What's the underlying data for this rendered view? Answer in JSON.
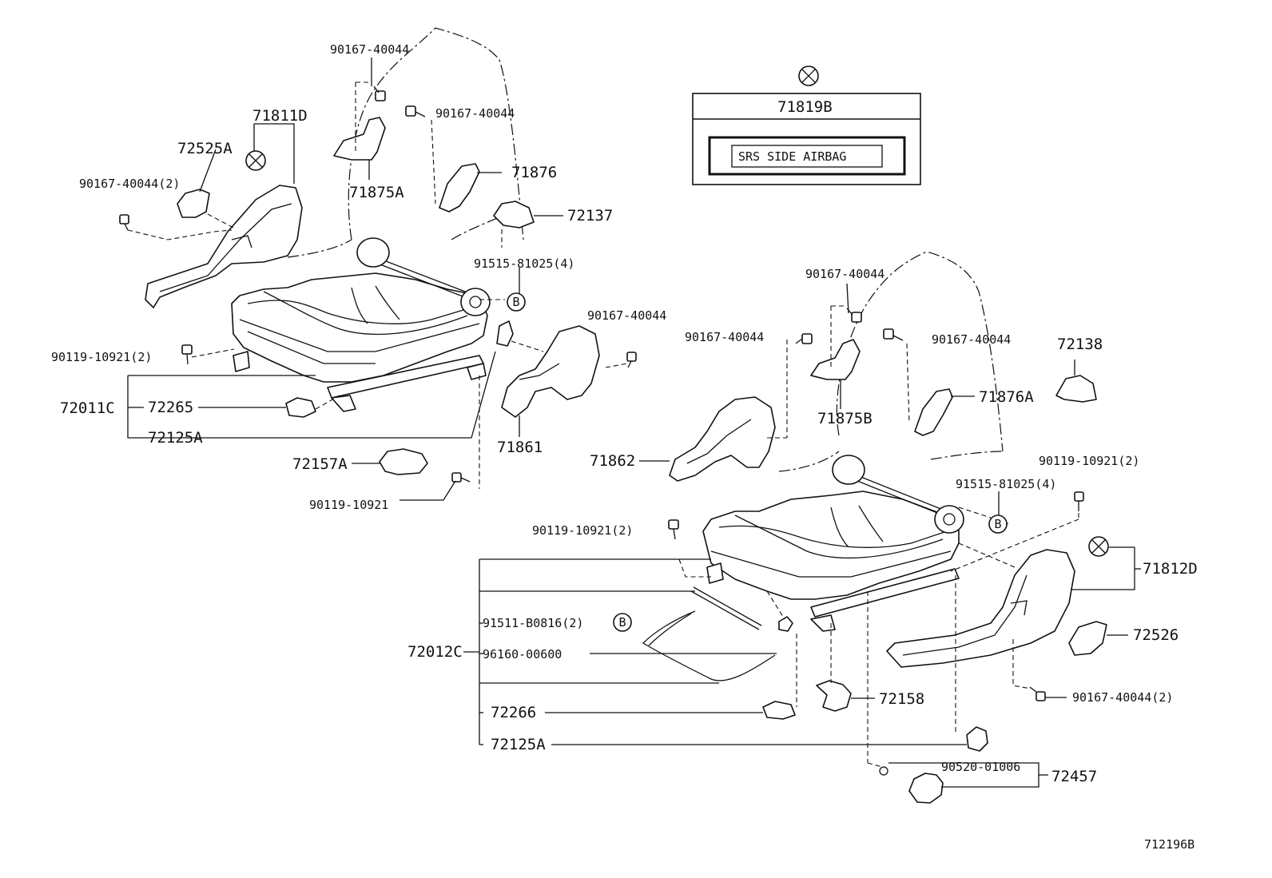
{
  "callouts": {
    "c_90167_40044_a": "90167-40044",
    "c_90167_40044_b": "90167-40044",
    "c_71811D": "71811D",
    "c_72525A": "72525A",
    "c_90167_40044_2a": "90167-40044(2)",
    "c_71875A": "71875A",
    "c_71876": "71876",
    "c_72137": "72137",
    "c_91515_81025_4a": "91515-81025(4)",
    "c_90119_10921_2a": "90119-10921(2)",
    "c_72011C": "72011C",
    "c_72265": "72265",
    "c_72125A_a": "72125A",
    "c_72157A": "72157A",
    "c_90119_10921": "90119-10921",
    "c_90167_40044_c": "90167-40044",
    "c_71861": "71861",
    "c_71819B": "71819B",
    "c_airbag": "SRS SIDE AIRBAG",
    "c_90167_40044_d": "90167-40044",
    "c_90167_40044_e": "90167-40044",
    "c_90167_40044_f": "90167-40044",
    "c_72138": "72138",
    "c_71876A": "71876A",
    "c_71875B": "71875B",
    "c_71862": "71862",
    "c_90119_10921_2b": "90119-10921(2)",
    "c_91515_81025_4b": "91515-81025(4)",
    "c_90119_10921_2c": "90119-10921(2)",
    "c_71812D": "71812D",
    "c_72526": "72526",
    "c_91511_B0816_2": "91511-B0816(2)",
    "c_72012C": "72012C",
    "c_96160_00600": "96160-00600",
    "c_90167_40044_2b": "90167-40044(2)",
    "c_72266": "72266",
    "c_72158": "72158",
    "c_72125A_b": "72125A",
    "c_90520_01006": "90520-01006",
    "c_72457": "72457",
    "c_ref_B1": "B",
    "c_ref_B2": "B",
    "c_ref_B3": "B",
    "c_figure_id": "712196B"
  }
}
